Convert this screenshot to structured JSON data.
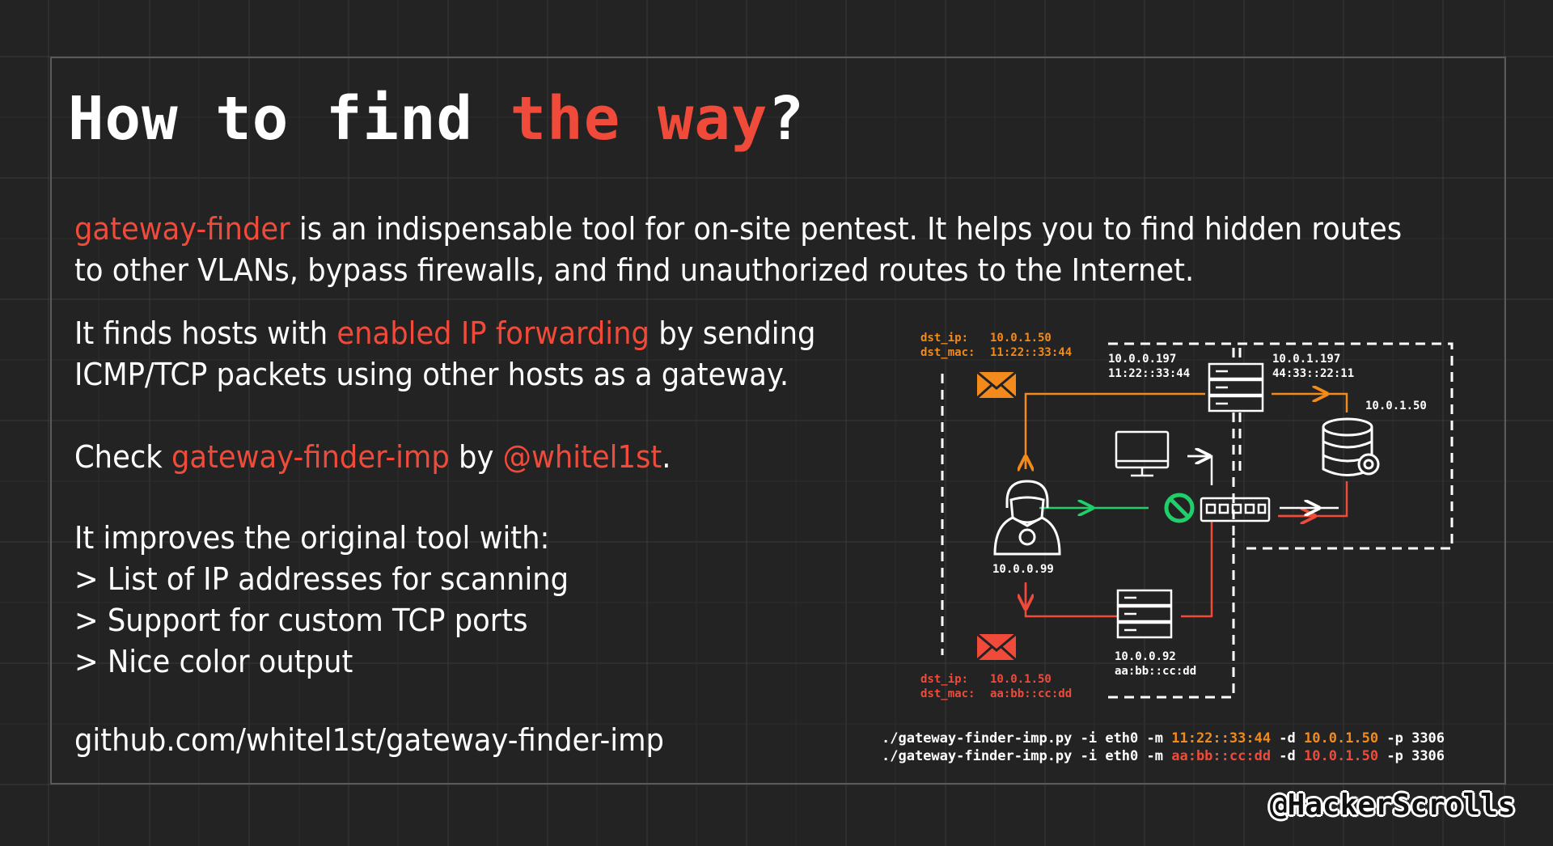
{
  "title": {
    "part1": "How to find ",
    "highlight": "the way",
    "end": "?"
  },
  "intro": {
    "tool": "gateway-finder",
    "line1_rest": " is an indispensable tool for on-site pentest. It helps you to find hidden routes",
    "line2": "to other VLANs, bypass firewalls, and find unauthorized routes to the Internet."
  },
  "para1": {
    "pre": "It finds hosts with ",
    "highlight": "enabled IP forwarding",
    "post": " by sending",
    "line2": "ICMP/TCP packets using other hosts as a gateway."
  },
  "para2": {
    "pre": "Check ",
    "tool": "gateway-finder-imp",
    "mid": " by ",
    "author": "@whitel1st",
    "end": "."
  },
  "para3": {
    "intro": "It improves the original tool with:",
    "items": [
      "> List of IP addresses for scanning",
      "> Support for custom TCP ports",
      "> Nice color output"
    ]
  },
  "repo": "github.com/whitel1st/gateway-finder-imp",
  "diagram": {
    "top_label_key1": "dst_ip:",
    "top_label_val1": "10.0.1.50",
    "top_label_key2": "dst_mac:",
    "top_label_val2": "11:22::33:44",
    "bottom_label_key1": "dst_ip:",
    "bottom_label_val1": "10.0.1.50",
    "bottom_label_key2": "dst_mac:",
    "bottom_label_val2": "aa:bb::cc:dd",
    "router1_ip": "10.0.0.197",
    "router1_mac": "11:22::33:44",
    "router1_ip2": "10.0.1.197",
    "router1_mac2": "44:33::22:11",
    "db_ip": "10.0.1.50",
    "attacker_ip": "10.0.0.99",
    "router2_ip": "10.0.0.92",
    "router2_mac": "aa:bb::cc:dd"
  },
  "commands": [
    {
      "pre": "./gateway-finder-imp.py -i eth0 -m ",
      "mac": "11:22::33:44",
      "mid": " -d ",
      "ip": "10.0.1.50",
      "post": " -p 3306"
    },
    {
      "pre": "./gateway-finder-imp.py -i eth0 -m ",
      "mac": "aa:bb::cc:dd",
      "mid": " -d ",
      "ip": "10.0.1.50",
      "post": " -p 3306"
    }
  ],
  "handle": "@HackerScrolls",
  "colors": {
    "background": "#232323",
    "accent_red": "#f04a3a",
    "accent_orange": "#f28a1c",
    "accent_green": "#1fcf6a",
    "grid": "#5a5a5a"
  }
}
